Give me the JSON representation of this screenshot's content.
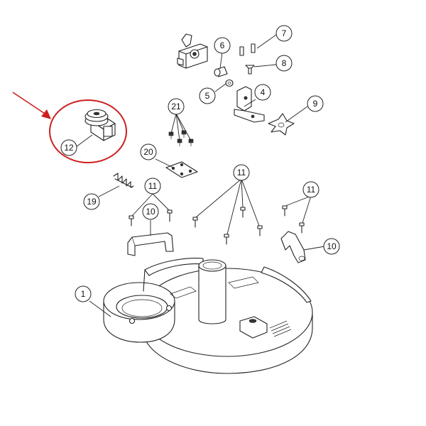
{
  "colors": {
    "highlight": "#cc1f1f",
    "line": "#222222",
    "background": "#ffffff"
  },
  "callouts": {
    "c1": "1",
    "c4": "4",
    "c5": "5",
    "c6": "6",
    "c7": "7",
    "c8": "8",
    "c9": "9",
    "c10a": "10",
    "c10b": "10",
    "c11a": "11",
    "c11b": "11",
    "c11c": "11",
    "c12": "12",
    "c19": "19",
    "c20": "20",
    "c21": "21"
  }
}
